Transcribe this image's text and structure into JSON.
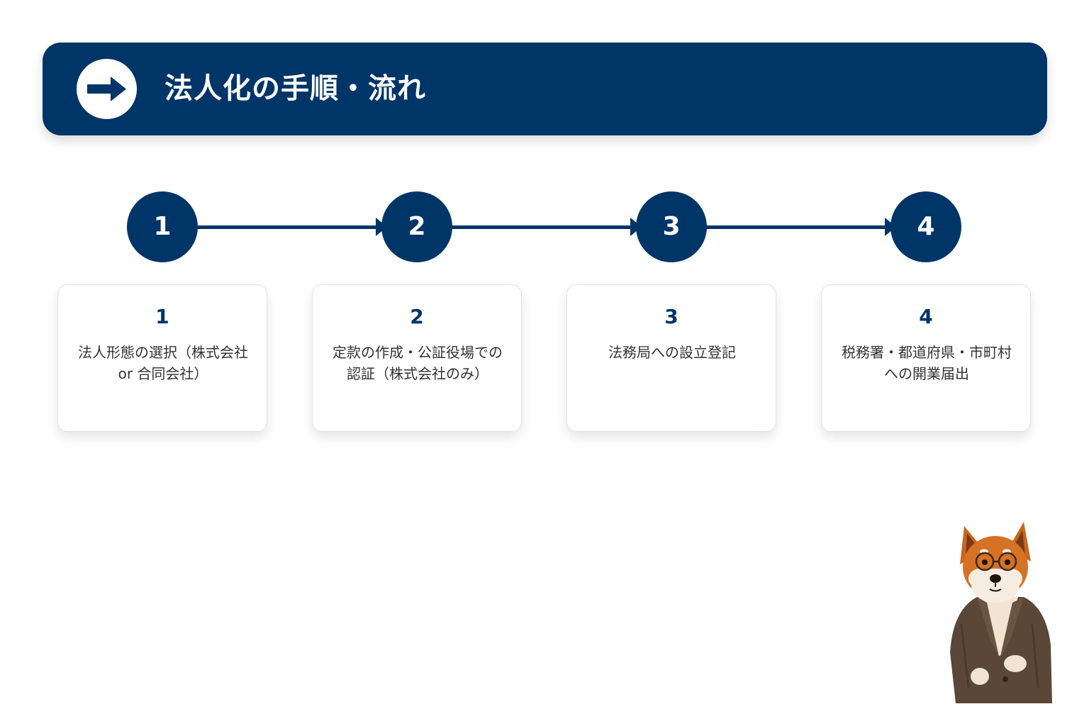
{
  "header": {
    "title": "法人化の手順・流れ",
    "icon": "arrow-right-icon"
  },
  "steps": [
    {
      "number": "1",
      "label": "法人形態の選択（株式会社 or 合同会社）"
    },
    {
      "number": "2",
      "label": "定款の作成・公証役場での認証（株式会社のみ）"
    },
    {
      "number": "3",
      "label": "法務局への設立登記"
    },
    {
      "number": "4",
      "label": "税務署・都道府県・市町村への開業届出"
    }
  ],
  "colors": {
    "primary": "#003567",
    "card_border": "#dde3ea",
    "text": "#333333"
  },
  "mascot": {
    "icon": "shiba-dog-mascot"
  }
}
